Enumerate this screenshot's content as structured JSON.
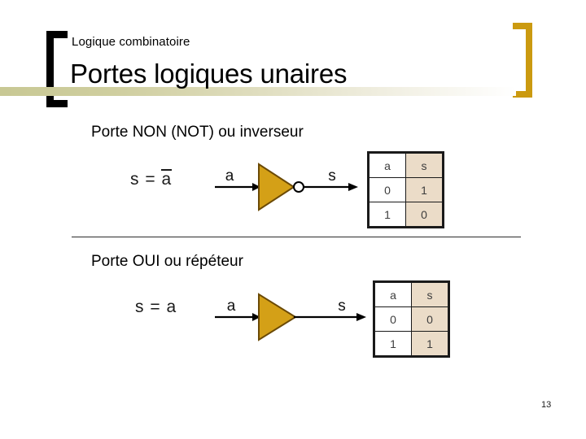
{
  "header": {
    "kicker": "Logique combinatoire",
    "title": "Portes logiques unaires",
    "bracket_left_color": "#000000",
    "bracket_right_color": "#CB9A10",
    "band_color": "#CCCC99"
  },
  "sections": [
    {
      "heading": "Porte NON (NOT) ou inverseur",
      "formula_prefix": "s = ",
      "formula_var": "a",
      "formula_overbar": true,
      "diagram": {
        "input_label": "a",
        "output_label": "s",
        "gate_type": "inverter",
        "has_bubble": true,
        "gate_fill": "#D4A017",
        "gate_stroke": "#6B4A06"
      },
      "table": {
        "headers": [
          "a",
          "s"
        ],
        "rows": [
          [
            "0",
            "1"
          ],
          [
            "1",
            "0"
          ]
        ]
      }
    },
    {
      "heading": "Porte OUI ou répéteur",
      "formula_prefix": "s = ",
      "formula_var": "a",
      "formula_overbar": false,
      "diagram": {
        "input_label": "a",
        "output_label": "s",
        "gate_type": "buffer",
        "has_bubble": false,
        "gate_fill": "#D4A017",
        "gate_stroke": "#6B4A06"
      },
      "table": {
        "headers": [
          "a",
          "s"
        ],
        "rows": [
          [
            "0",
            "0"
          ],
          [
            "1",
            "1"
          ]
        ]
      }
    }
  ],
  "footer": {
    "page_number": "13"
  }
}
